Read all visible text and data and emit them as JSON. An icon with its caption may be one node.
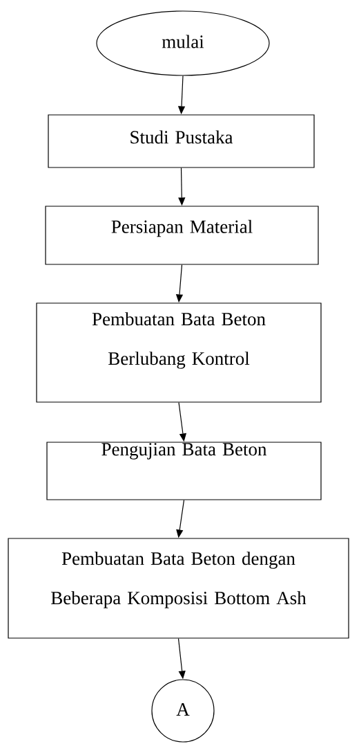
{
  "diagram": {
    "nodes": [
      {
        "text": [
          "mulai"
        ]
      },
      {
        "text": [
          "Studi Pustaka"
        ]
      },
      {
        "text": [
          "Persiapan Material"
        ]
      },
      {
        "text": [
          "Pembuatan Bata Beton Berlubang Kontrol"
        ]
      },
      {
        "text": [
          "Pengujian Bata Beton"
        ]
      },
      {
        "text": [
          "Pembuatan Bata Beton dengan Beberapa Komposisi Bottom Ash"
        ]
      },
      {
        "text": [
          "A"
        ]
      }
    ],
    "edges": [
      {
        "from": 0,
        "to": 1,
        "arrow": "to"
      },
      {
        "from": 1,
        "to": 2,
        "arrow": "to"
      },
      {
        "from": 2,
        "to": 3,
        "arrow": "to"
      },
      {
        "from": 3,
        "to": 4,
        "arrow": "to"
      },
      {
        "from": 4,
        "to": 5,
        "arrow": "to"
      },
      {
        "from": 5,
        "to": 6,
        "arrow": "to"
      }
    ]
  }
}
